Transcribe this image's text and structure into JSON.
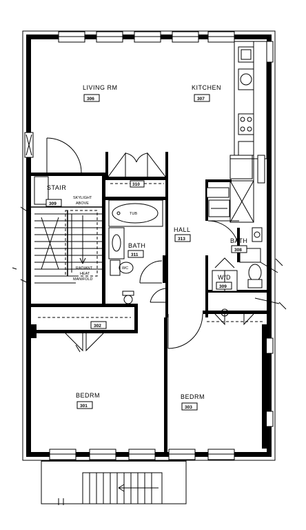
{
  "rooms": {
    "living": {
      "label": "LIVING RM",
      "number": "306"
    },
    "kitchen": {
      "label": "KITCHEN",
      "number": "307"
    },
    "stair": {
      "label": "STAIR",
      "number": "309"
    },
    "closet_top": {
      "label": "",
      "number": "310"
    },
    "hall": {
      "label": "HALL",
      "number": "313"
    },
    "bath_center": {
      "label": "BATH",
      "number": "311"
    },
    "bath_right": {
      "label": "BATH",
      "number": "308"
    },
    "wd": {
      "label": "W/D",
      "number": "309"
    },
    "closet_mid": {
      "label": "",
      "number": "302"
    },
    "bedroom_left": {
      "label": "BEDRM",
      "number": "301"
    },
    "bedroom_right": {
      "label": "BEDRM",
      "number": "303"
    }
  },
  "notes": {
    "skylight_1": "SKYLIGHT",
    "skylight_2": "ABOVE",
    "manifold_1": "RADIANT",
    "manifold_2": "HEAT",
    "manifold_3": "MANIFOLD",
    "tub": "TUB",
    "wc": "WC"
  }
}
